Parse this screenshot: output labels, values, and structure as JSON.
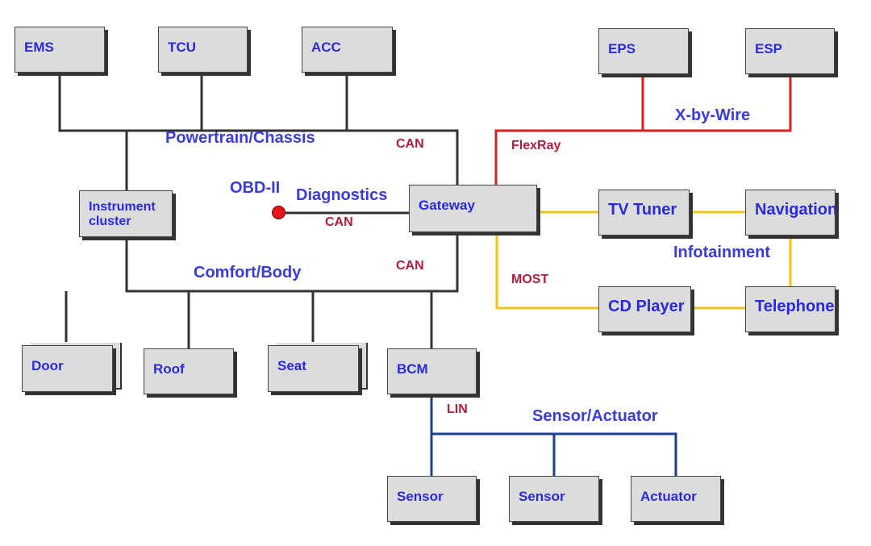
{
  "nodes": {
    "ems": "EMS",
    "tcu": "TCU",
    "acc": "ACC",
    "eps": "EPS",
    "esp": "ESP",
    "instrument": "Instrument cluster",
    "gateway": "Gateway",
    "tv_tuner": "TV Tuner",
    "navigation": "Navigation",
    "cd_player": "CD Player",
    "telephone": "Telephone",
    "door": "Door",
    "roof": "Roof",
    "seat": "Seat",
    "bcm": "BCM",
    "sensor1": "Sensor",
    "sensor2": "Sensor",
    "actuator": "Actuator"
  },
  "labels": {
    "powertrain": "Powertrain/Chassis",
    "xbywire": "X-by-Wire",
    "diagnostics": "Diagnostics",
    "obd": "OBD-II",
    "comfort": "Comfort/Body",
    "infotainment": "Infotainment",
    "sensor_actuator": "Sensor/Actuator"
  },
  "buses": {
    "can_top": "CAN",
    "can_diag": "CAN",
    "can_body": "CAN",
    "flexray": "FlexRay",
    "most": "MOST",
    "lin": "LIN"
  },
  "colors": {
    "can": "#333333",
    "flexray": "#d42020",
    "most": "#f2c40f",
    "lin": "#1b3f91",
    "box_text": "#2a2adb"
  }
}
